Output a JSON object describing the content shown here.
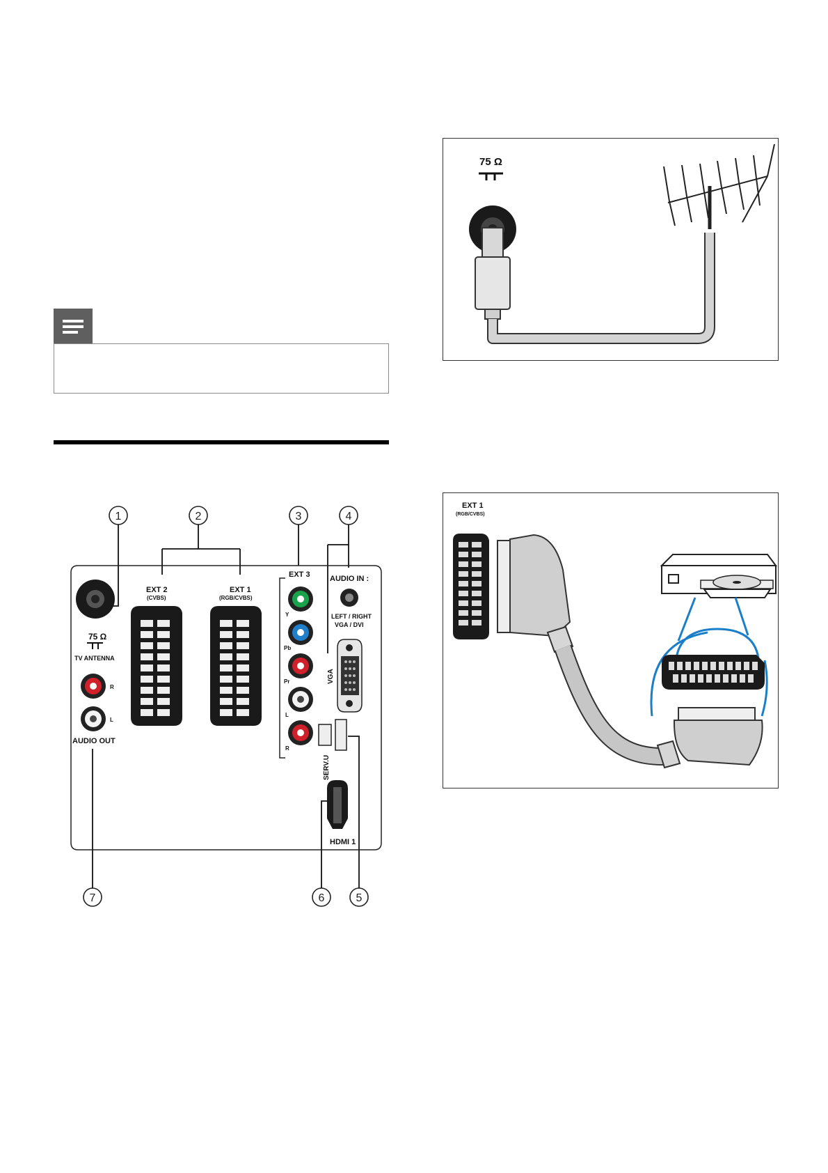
{
  "note": {
    "icon": "note-icon"
  },
  "rear_panel": {
    "callouts": [
      "1",
      "2",
      "3",
      "4",
      "5",
      "6",
      "7"
    ],
    "labels": {
      "ext2": "EXT 2",
      "ext2_sub": "(CVBS)",
      "ext1": "EXT 1",
      "ext1_sub": "(RGB/CVBS)",
      "ext3": "EXT 3",
      "audio_in": "AUDIO IN :",
      "audio_in_sub1": "LEFT / RIGHT",
      "audio_in_sub2": "VGA / DVI",
      "vga": "VGA",
      "ohm": "75 Ω",
      "tv_antenna": "TV ANTENNA",
      "r": "R",
      "l": "L",
      "audio_out": "AUDIO OUT",
      "y": "Y",
      "pb": "Pb",
      "pr": "Pr",
      "ext3_l": "L",
      "ext3_r": "R",
      "serv_u": "SERV.U",
      "hdmi1": "HDMI 1"
    }
  },
  "antenna_figure": {
    "ohm": "75 Ω"
  },
  "scart_figure": {
    "ext1": "EXT 1",
    "ext1_sub": "(RGB/CVBS)"
  }
}
